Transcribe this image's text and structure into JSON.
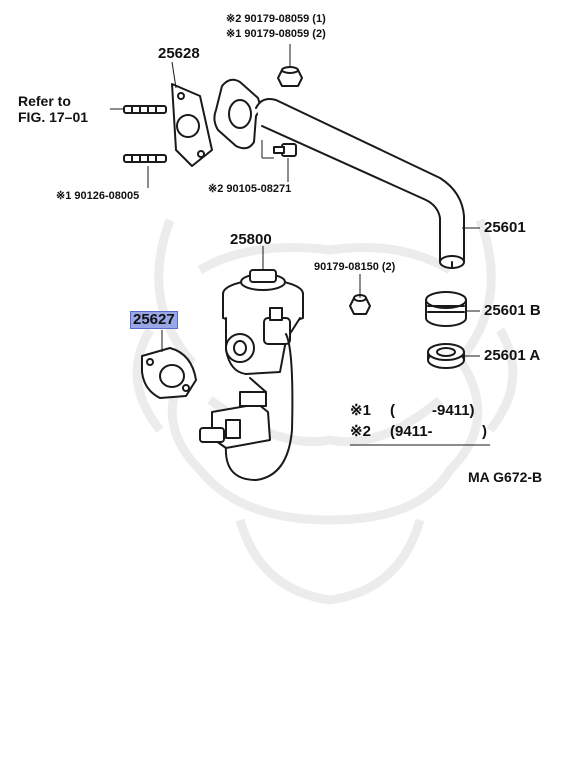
{
  "colors": {
    "line": "#1a1a1a",
    "highlight": "#9aa7e6",
    "watermark": "#ececec"
  },
  "labels": {
    "refer": "Refer to",
    "refer_fig": "FIG. 17–01",
    "part_25628": "25628",
    "bolt_2": "※2 90179-08059 (1)",
    "bolt_1": "※1 90179-08059 (2)",
    "stud": "※1 90126-08005",
    "bolt_90105": "※2 90105-08271",
    "part_25601": "25601",
    "part_25800": "25800",
    "nut": "90179-08150 (2)",
    "part_25627": "25627",
    "part_25601b": "25601 B",
    "part_25601a": "25601 A",
    "note1_mark": "※1",
    "note1_open": "(",
    "note1_range": "-9411)",
    "note2_mark": "※2",
    "note2_range": "(9411-",
    "note2_close": ")",
    "ref_code": "MA G672-B"
  }
}
